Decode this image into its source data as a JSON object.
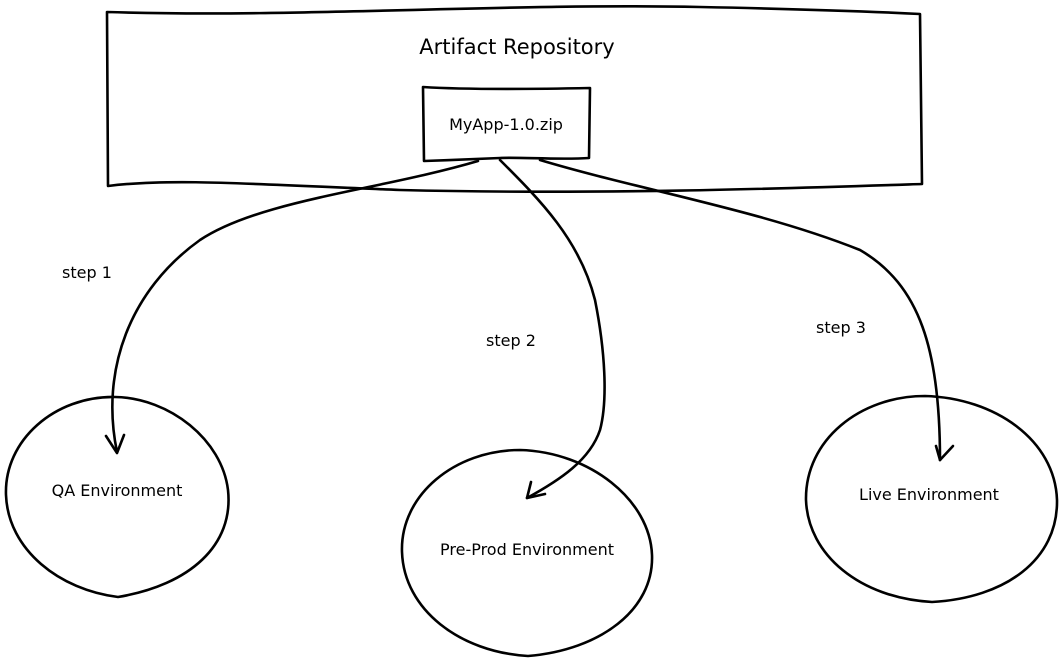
{
  "diagram": {
    "repository": {
      "label": "Artifact Repository",
      "artifact": {
        "label": "MyApp-1.0.zip"
      }
    },
    "environments": [
      {
        "id": "qa",
        "label": "QA Environment"
      },
      {
        "id": "preprod",
        "label": "Pre-Prod Environment"
      },
      {
        "id": "live",
        "label": "Live Environment"
      }
    ],
    "edges": [
      {
        "from": "artifact",
        "to": "qa",
        "label": "step 1"
      },
      {
        "from": "artifact",
        "to": "preprod",
        "label": "step 2"
      },
      {
        "from": "artifact",
        "to": "live",
        "label": "step 3"
      }
    ],
    "colors": {
      "stroke": "#000000",
      "background": "#ffffff"
    }
  }
}
